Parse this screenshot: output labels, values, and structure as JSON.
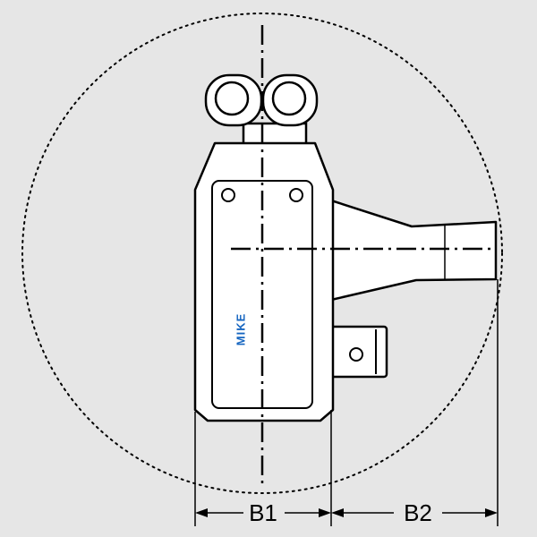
{
  "brand": {
    "logo_text": "MIKE",
    "logo_color": "#1565c0"
  },
  "dimensions": {
    "b1_label": "B1",
    "b2_label": "B2"
  },
  "colors": {
    "background": "#e6e6e6",
    "body_fill": "#ffffff",
    "outline": "#000000"
  }
}
